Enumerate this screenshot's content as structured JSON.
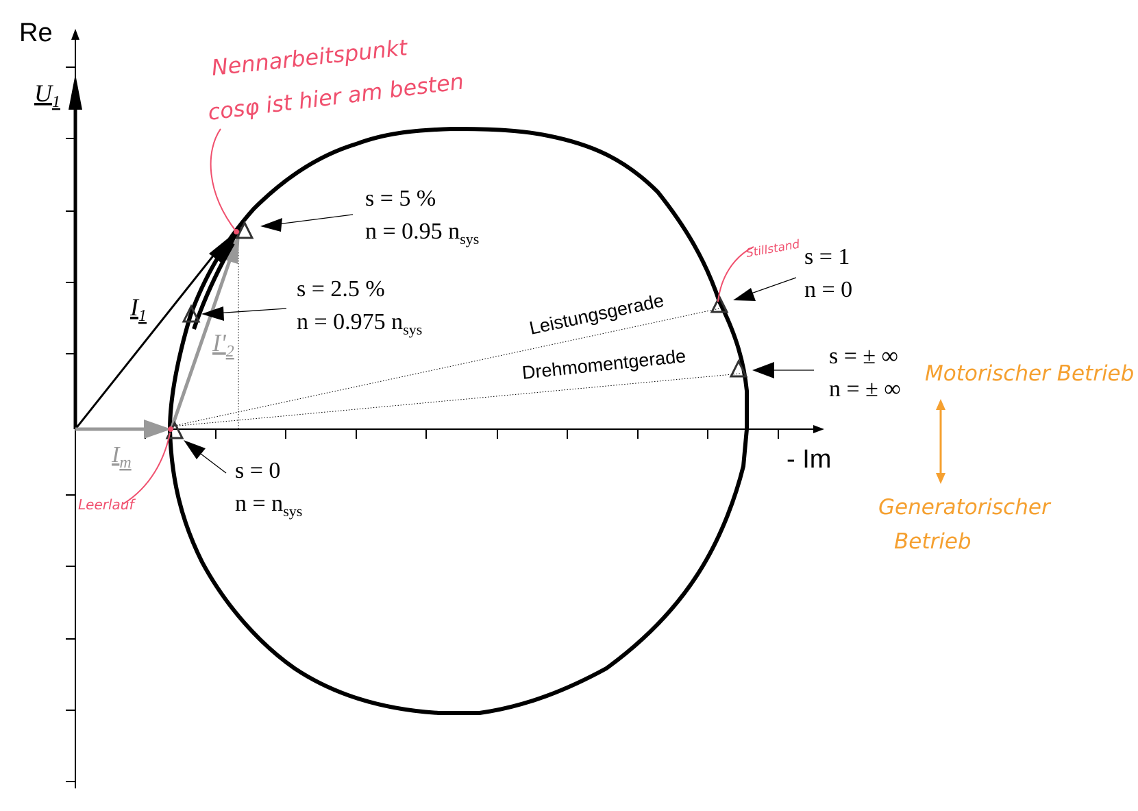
{
  "axes": {
    "re_label": "Re",
    "im_label": "- Im"
  },
  "vectors": {
    "u1": "U",
    "u1_sub": "1",
    "i1": "I",
    "i1_sub": "1",
    "i2": "I'",
    "i2_sub": "2",
    "im": "I",
    "im_sub": "m"
  },
  "points": {
    "s5": {
      "s": "s = 5 %",
      "n_main": "n = 0.95 n",
      "n_sub": "sys"
    },
    "s25": {
      "s": "s = 2.5 %",
      "n_main": "n = 0.975 n",
      "n_sub": "sys"
    },
    "s1": {
      "s": "s = 1",
      "n": "n = 0"
    },
    "sinf": {
      "s": "s = ± ∞",
      "n": "n = ± ∞"
    },
    "s0": {
      "s": "s = 0",
      "n_main": "n = n",
      "n_sub": "sys"
    }
  },
  "lines": {
    "leistung": "Leistungsgerade",
    "drehmoment": "Drehmomentgerade"
  },
  "annotations": {
    "nenn_line1": "Nennarbeitspunkt",
    "nenn_line2": "cosφ ist hier am besten",
    "stillstand": "Stillstand",
    "leerlauf": "Leerlauf",
    "motor": "Motorischer Betrieb",
    "generator_line1": "Generatorischer",
    "generator_line2": "Betrieb"
  },
  "colors": {
    "axis": "#000000",
    "vector_gray": "#999999",
    "annotation_red": "#f0506e",
    "annotation_orange": "#f5a030"
  }
}
